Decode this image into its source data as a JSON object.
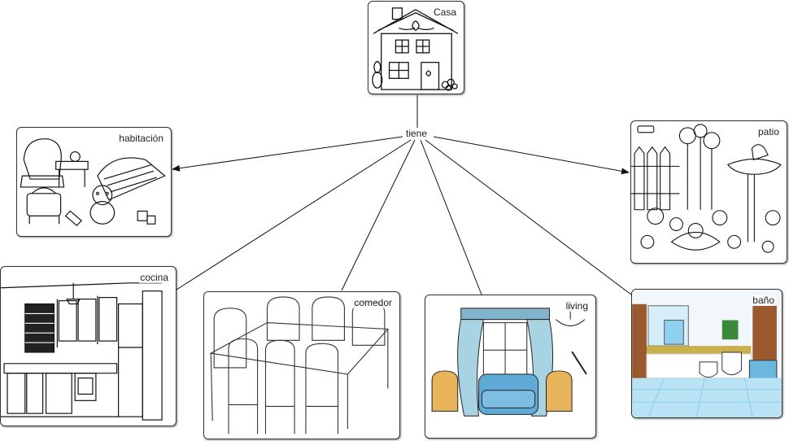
{
  "concept_map": {
    "root": {
      "label": "Casa",
      "icon": "house-icon"
    },
    "linking_phrase": "tiene",
    "children": [
      {
        "label": "habitación",
        "icon": "bedroom-icon"
      },
      {
        "label": "patio",
        "icon": "garden-icon"
      },
      {
        "label": "cocina",
        "icon": "kitchen-icon"
      },
      {
        "label": "comedor",
        "icon": "dining-table-icon"
      },
      {
        "label": "living",
        "icon": "living-room-icon"
      },
      {
        "label": "baño",
        "icon": "bathroom-icon"
      }
    ]
  },
  "colors": {
    "line": "#111111",
    "border": "#333333",
    "living_sofa": "#5fa9d6",
    "living_armchair": "#e8b45a",
    "bath_tile": "#b9e3f5",
    "bath_wood": "#9b5a2e"
  }
}
